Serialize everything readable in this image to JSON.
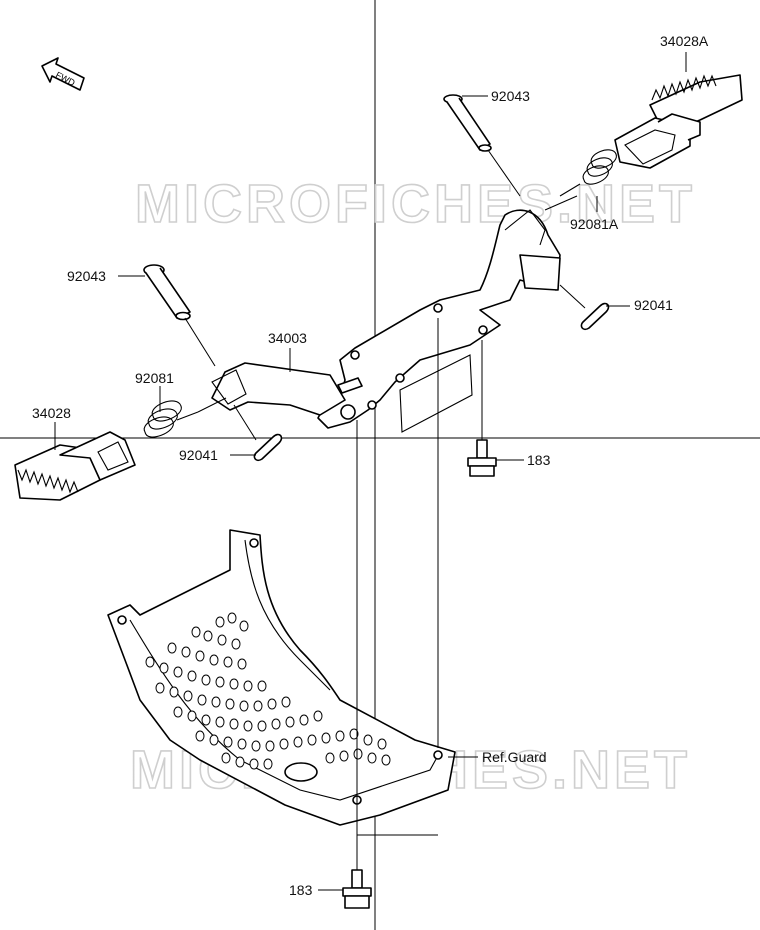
{
  "fwd_arrow": {
    "label": "FWD"
  },
  "watermarks": {
    "top": "MICROFICHES.NET",
    "bottom": "MICROFICHES.NET"
  },
  "parts": {
    "footpeg_right": "34028A",
    "pin_right": "92043",
    "spring_right": "92081A",
    "cotter_right": "92041",
    "pin_left": "92043",
    "bracket": "34003",
    "spring_left": "92081",
    "footpeg_left": "34028",
    "cotter_left": "92041",
    "bolt_upper": "183",
    "ref_guard": "Ref.Guard",
    "bolt_lower": "183"
  }
}
